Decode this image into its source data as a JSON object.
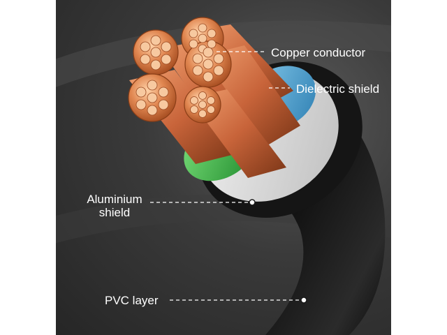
{
  "labels": {
    "copper_conductor": "Copper conductor",
    "dielectric_shield": "Dielectric shield",
    "aluminium_shield_line1": "Aluminium",
    "aluminium_shield_line2": "shield",
    "pvc_layer": "PVC layer"
  },
  "colors": {
    "background": "#2f2f2f",
    "outer_jacket": "#1a1a1a",
    "aluminium_layer": "#d8d8d8",
    "blue_insulation": "#5aa9d6",
    "green_insulation": "#3cb043",
    "copper": "#d9773f",
    "label_text": "#ffffff"
  }
}
